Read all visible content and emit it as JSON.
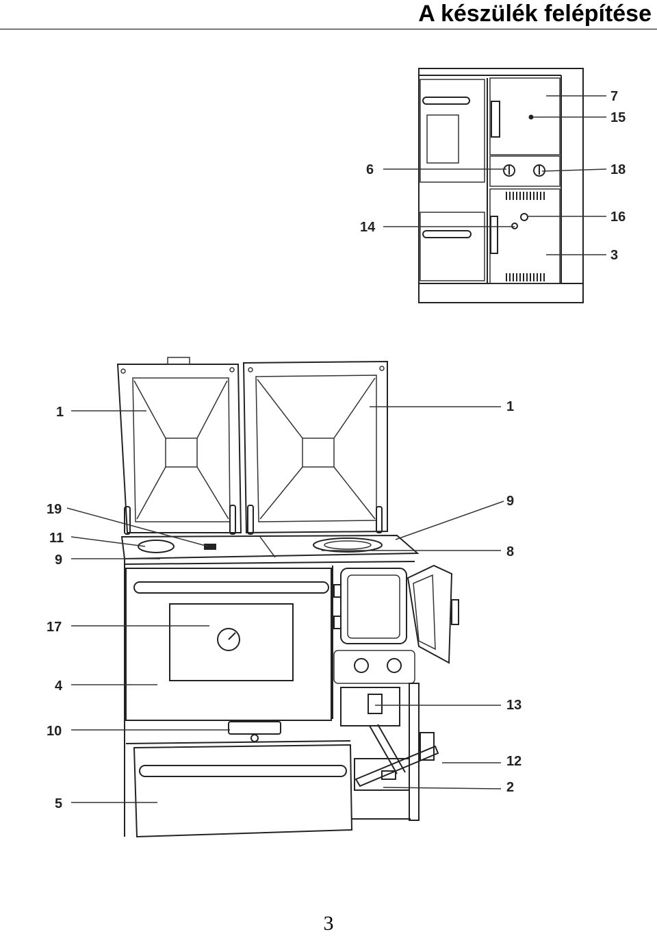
{
  "page": {
    "title": "A készülék felépítése",
    "page_number": "3"
  },
  "front_view": {
    "labels": {
      "l7": "7",
      "l15": "15",
      "l6": "6",
      "l18": "18",
      "l14": "14",
      "l16": "16",
      "l3": "3"
    }
  },
  "perspective_view": {
    "labels": {
      "l1a": "1",
      "l1b": "1",
      "l19": "19",
      "l9a": "9",
      "l11": "11",
      "l8": "8",
      "l9b": "9",
      "l17": "17",
      "l4": "4",
      "l13": "13",
      "l10": "10",
      "l12": "12",
      "l2": "2",
      "l5": "5"
    }
  }
}
